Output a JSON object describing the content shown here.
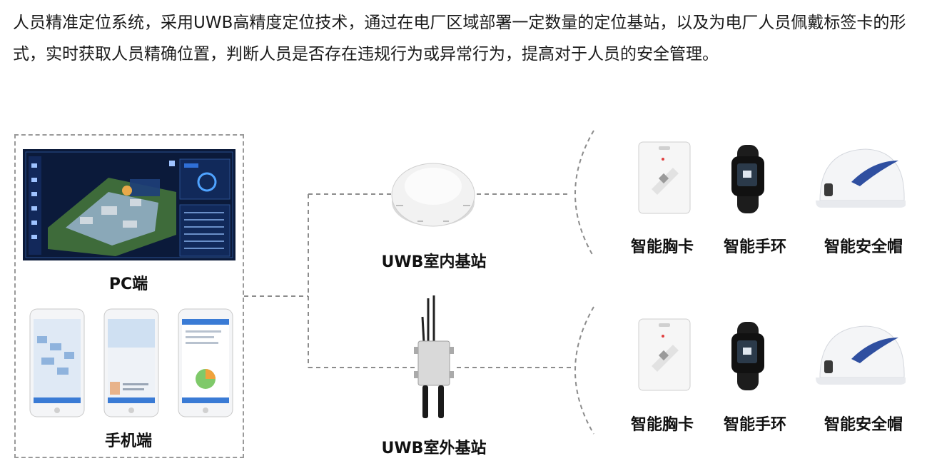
{
  "intro_text": "人员精准定位系统，采用UWB高精度定位技术，通过在电厂区域部署一定数量的定位基站，以及为电厂人员佩戴标签卡的形式，实时获取人员精确位置，判断人员是否存在违规行为或异常行为，提高对于人员的安全管理。",
  "clients": {
    "pc_label": "PC端",
    "mobile_label": "手机端"
  },
  "stations": {
    "indoor_label": "UWB室内基站",
    "outdoor_label": "UWB室外基站"
  },
  "devices_top": [
    "智能胸卡",
    "智能手环",
    "智能安全帽"
  ],
  "devices_bottom": [
    "智能胸卡",
    "智能手环",
    "智能安全帽"
  ],
  "colors": {
    "dashboard_bg": "#0b1a3a",
    "accent": "#1e4fa8",
    "line": "#8c8c8c"
  }
}
